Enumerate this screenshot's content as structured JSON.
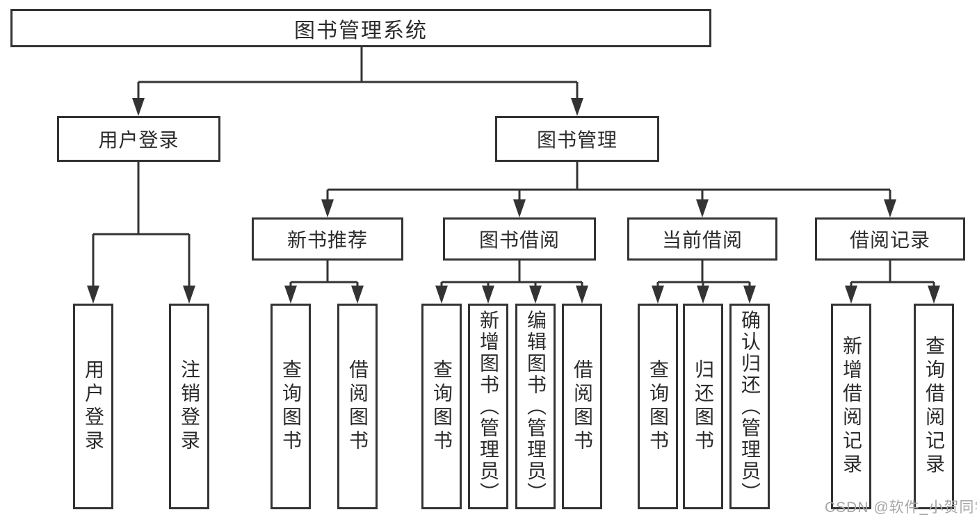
{
  "diagram": {
    "title": "图书管理系统",
    "type": "hierarchy-tree",
    "nodes": {
      "root": "图书管理系统",
      "user_login": "用户登录",
      "book_management": "图书管理",
      "new_book_recommendation": "新书推荐",
      "book_borrowing": "图书借阅",
      "current_borrowing": "当前借阅",
      "borrowing_records": "借阅记录",
      "leaf_user_login": "用户登录",
      "leaf_logout": "注销登录",
      "leaf_query_books_a": "查询图书",
      "leaf_borrow_books_a": "借阅图书",
      "leaf_query_books_b": "查询图书",
      "leaf_add_books_admin": "新增图书（管理员）",
      "leaf_edit_books_admin": "编辑图书（管理员）",
      "leaf_borrow_books_b": "借阅图书",
      "leaf_query_books_c": "查询图书",
      "leaf_return_books": "归还图书",
      "leaf_confirm_return_admin": "确认归还（管理员）",
      "leaf_add_borrow_record": "新增借阅记录",
      "leaf_query_borrow_record": "查询借阅记录"
    },
    "hierarchy": {
      "图书管理系统": {
        "用户登录": [
          "用户登录",
          "注销登录"
        ],
        "图书管理": {
          "新书推荐": [
            "查询图书",
            "借阅图书"
          ],
          "图书借阅": [
            "查询图书",
            "新增图书（管理员）",
            "编辑图书（管理员）",
            "借阅图书"
          ],
          "当前借阅": [
            "查询图书",
            "归还图书",
            "确认归还（管理员）"
          ],
          "借阅记录": [
            "新增借阅记录",
            "查询借阅记录"
          ]
        }
      }
    },
    "colors": {
      "line": "#333333",
      "box_border": "#333333",
      "box_fill": "#ffffff",
      "text": "#2b2b2b",
      "background": "#ffffff"
    }
  },
  "watermark": {
    "text": "CSDN @软件_小贺同学",
    "color": "#a6a6a6"
  }
}
